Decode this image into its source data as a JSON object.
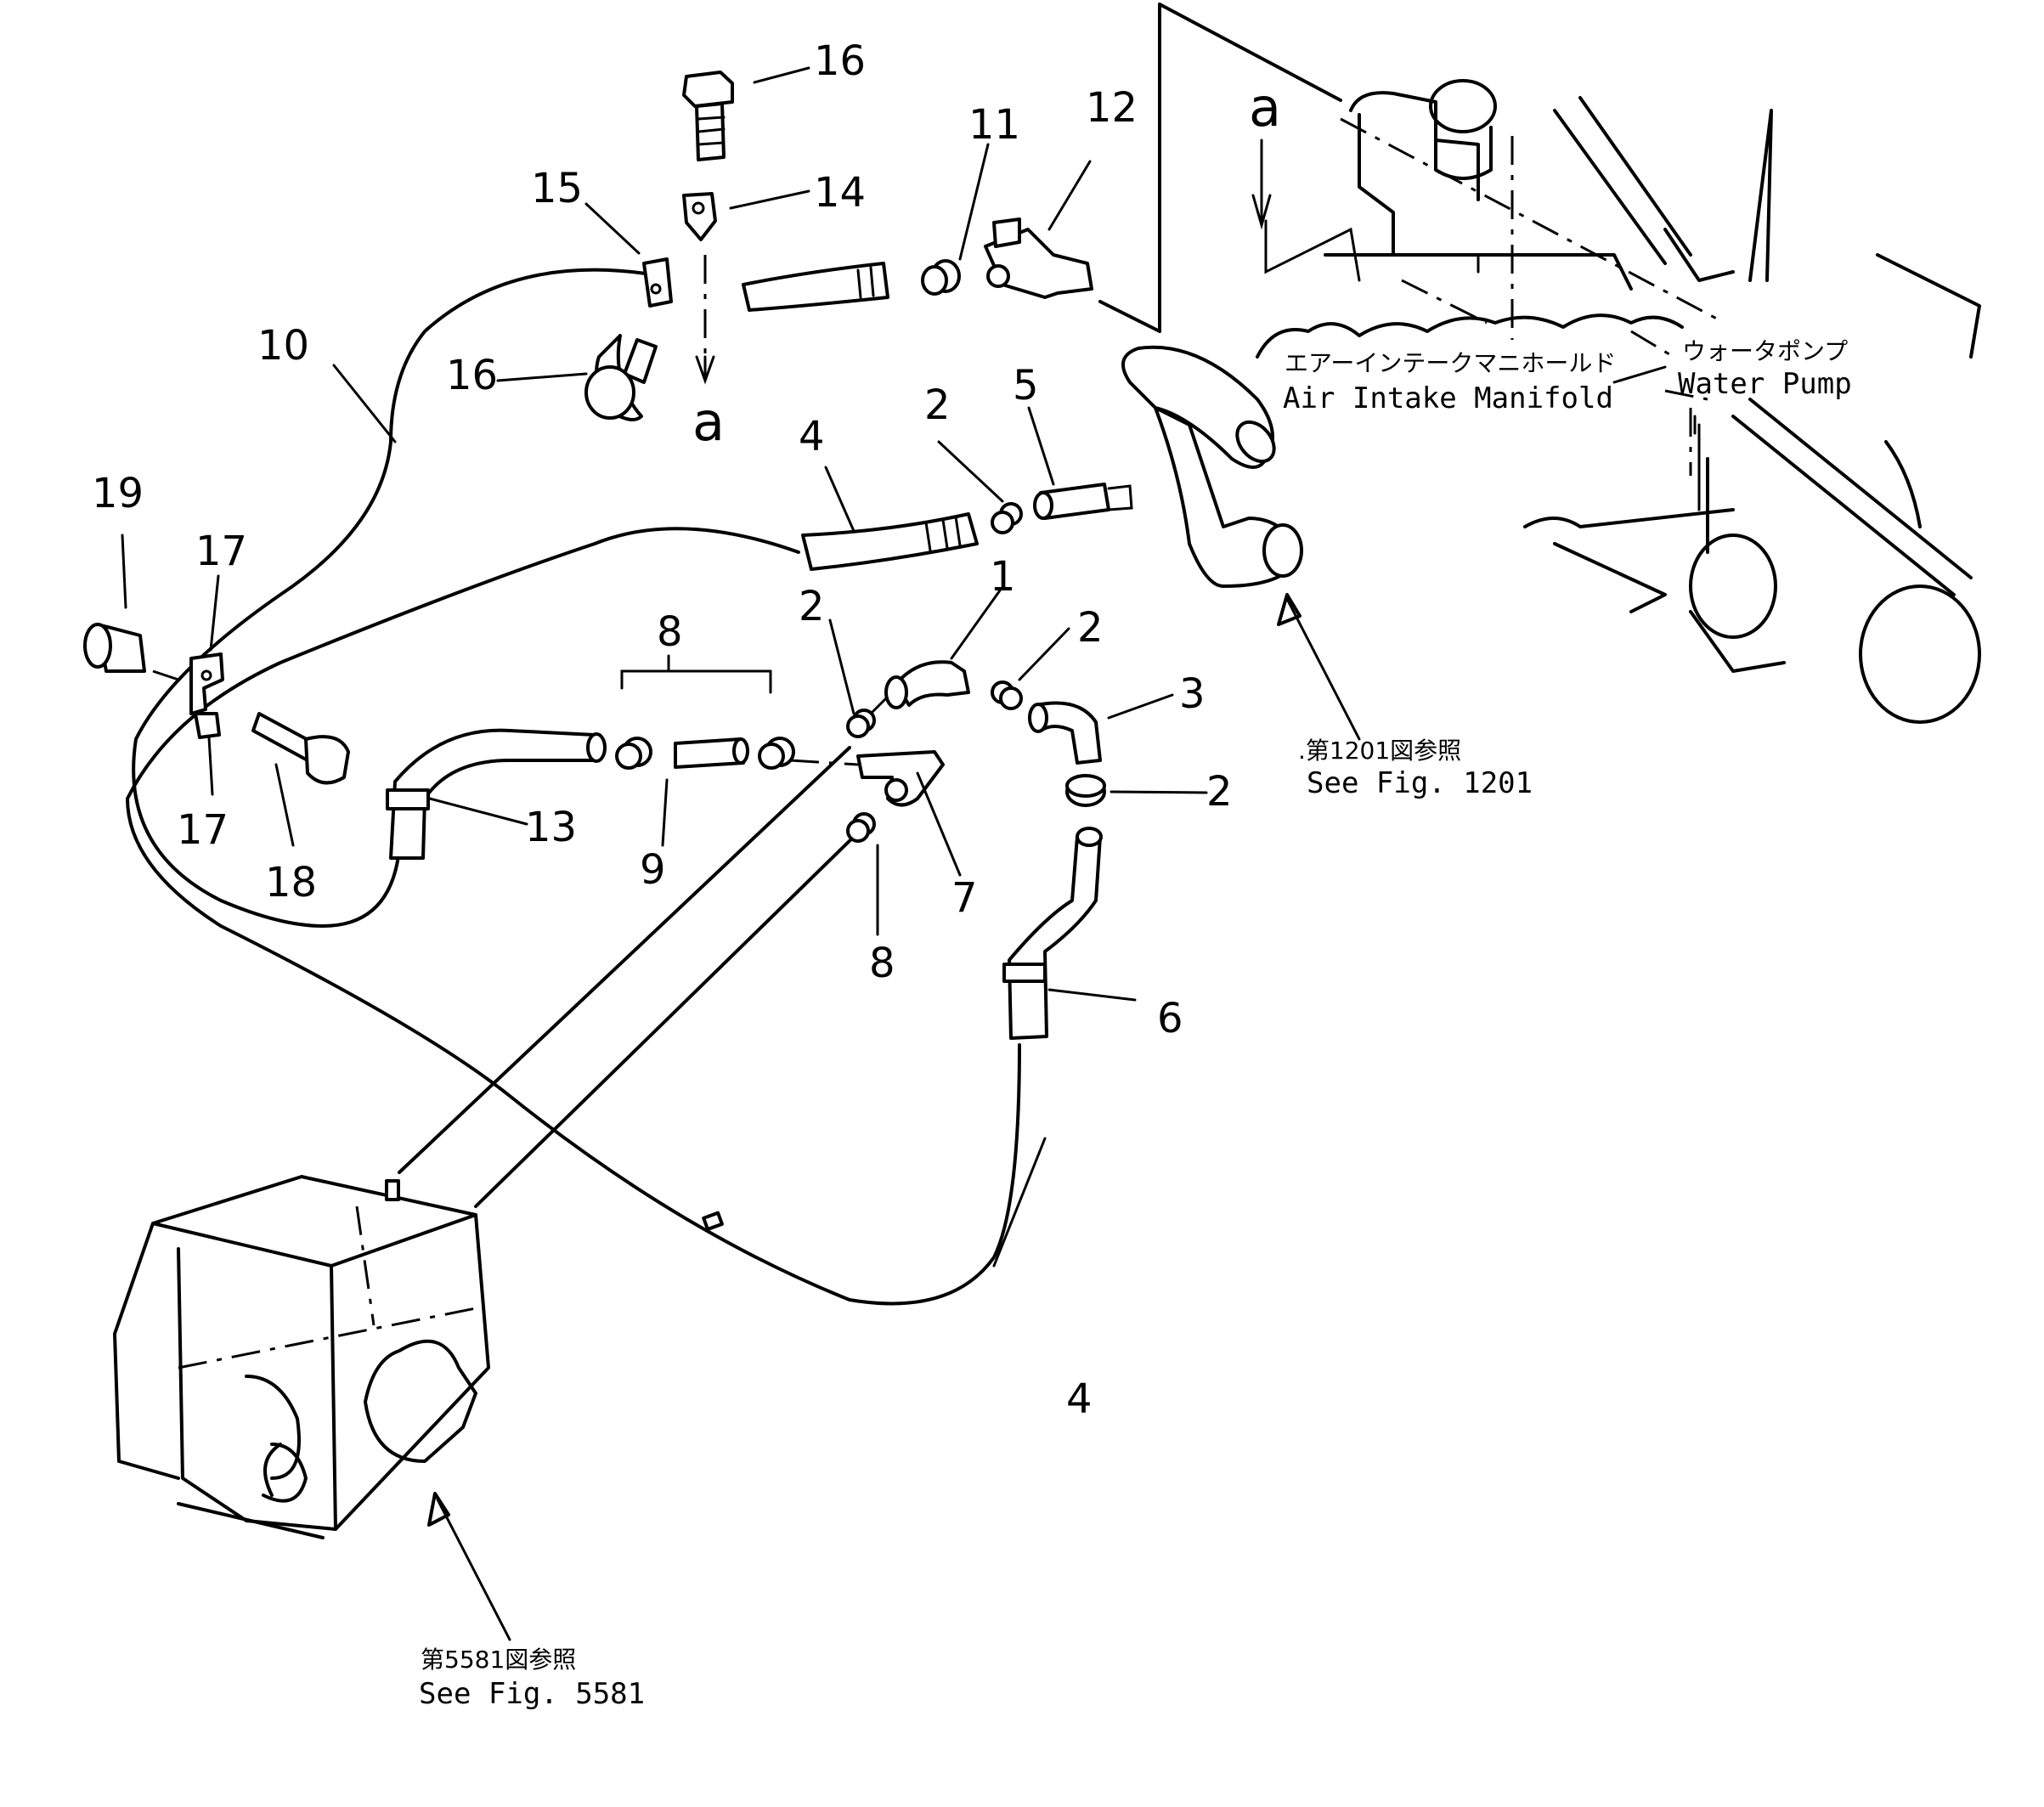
{
  "parts": {
    "p1": "1",
    "p2": "2",
    "p3": "3",
    "p4": "4",
    "p5": "5",
    "p6": "6",
    "p7": "7",
    "p8": "8",
    "p9": "9",
    "p10": "10",
    "p11": "11",
    "p12": "12",
    "p13": "13",
    "p14": "14",
    "p15": "15",
    "p16": "16",
    "p17": "17",
    "p18": "18",
    "p19": "19"
  },
  "view_marker": "a",
  "engine_labels": {
    "air_intake_jp": "エアーインテークマニホールド",
    "air_intake_en": "Air  Intake  Manifold",
    "water_pump_jp": "ウォータポンプ",
    "water_pump_en": "Water  Pump"
  },
  "references": {
    "fig1201_jp": ".第1201図参照",
    "fig1201_en": "See  Fig. 1201",
    "fig5581_jp": "第5581図参照",
    "fig5581_en": "See  Fig. 5581"
  }
}
